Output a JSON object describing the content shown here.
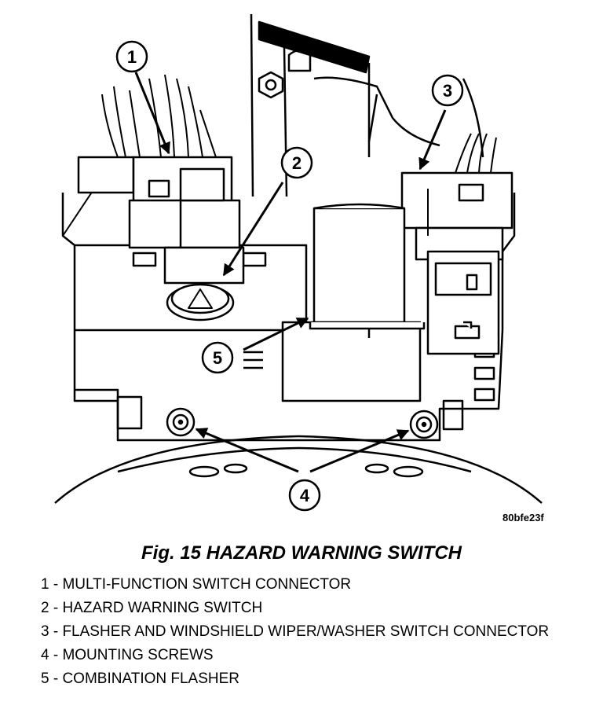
{
  "figure": {
    "id": "80bfe23f",
    "caption": "Fig. 15 HAZARD WARNING SWITCH"
  },
  "callouts": [
    "1",
    "2",
    "3",
    "4",
    "5"
  ],
  "legend": [
    "1 - MULTI-FUNCTION SWITCH CONNECTOR",
    "2 - HAZARD WARNING SWITCH",
    "3 - FLASHER AND WINDSHIELD WIPER/WASHER SWITCH CONNECTOR",
    "4 - MOUNTING SCREWS",
    "5 - COMBINATION FLASHER"
  ]
}
